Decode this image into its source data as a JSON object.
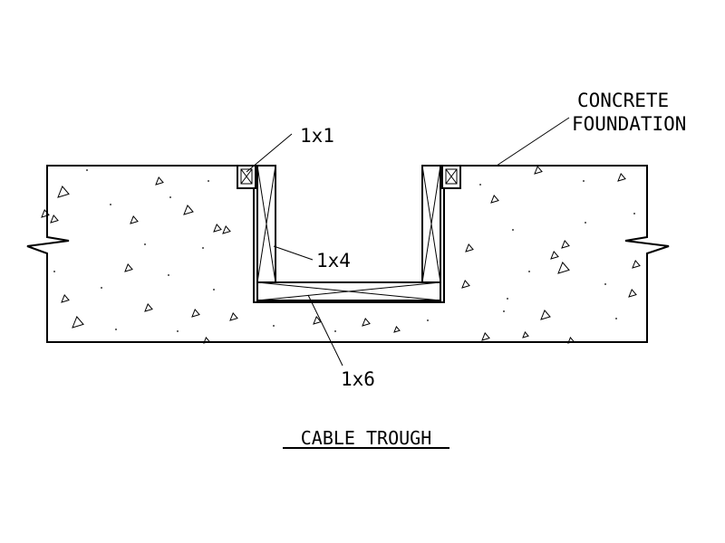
{
  "labels": {
    "concrete_line1": "CONCRETE",
    "concrete_line2": "FOUNDATION",
    "one_by_one": "1x1",
    "one_by_four": "1x4",
    "one_by_six": "1x6"
  },
  "title": "CABLE TROUGH",
  "colors": {
    "line": "#000000",
    "background": "#ffffff"
  }
}
